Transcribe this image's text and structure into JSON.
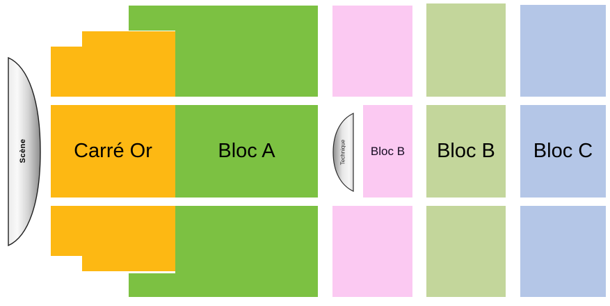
{
  "stage": {
    "label": "Scène"
  },
  "technique": {
    "label": "Technique"
  },
  "sections": {
    "carre_or": {
      "label": "Carré Or",
      "color": "#FDB813"
    },
    "bloc_a": {
      "label": "Bloc A",
      "color": "#7CC142"
    },
    "bloc_b_pink": {
      "label": "Bloc B",
      "color": "#FBC9F2"
    },
    "bloc_b_green": {
      "label": "Bloc B",
      "color": "#C3D69B"
    },
    "bloc_c": {
      "label": "Bloc C",
      "color": "#B4C6E7"
    }
  }
}
